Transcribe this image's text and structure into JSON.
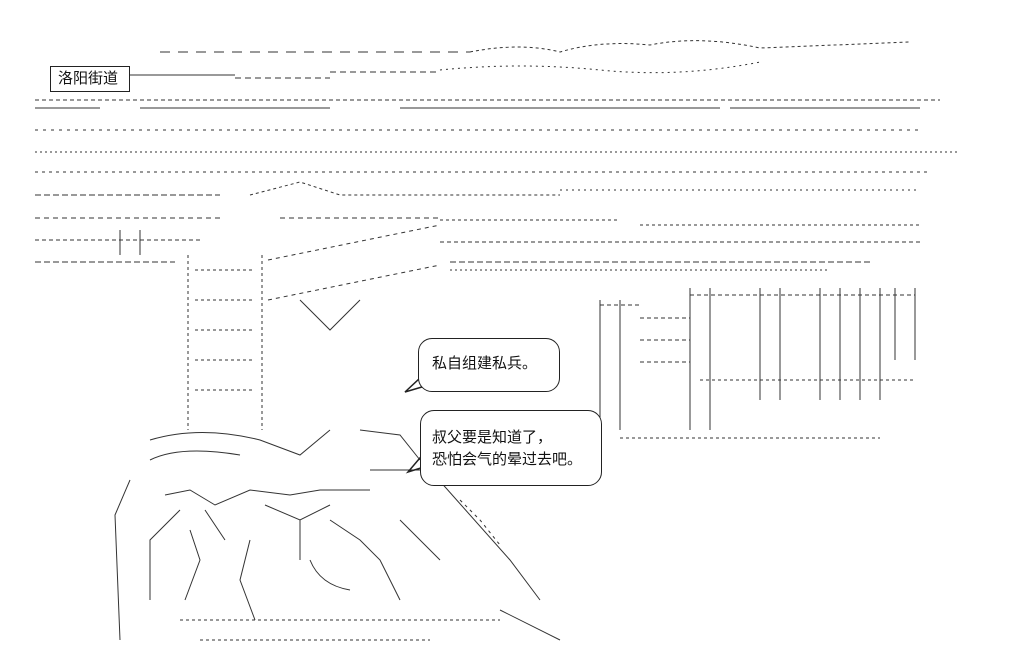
{
  "place_label": "洛阳街道",
  "speech_1": "私自组建私兵。",
  "speech_2_line_1": "叔父要是知道了，",
  "speech_2_line_2": "恐怕会气的晕过去吧。"
}
